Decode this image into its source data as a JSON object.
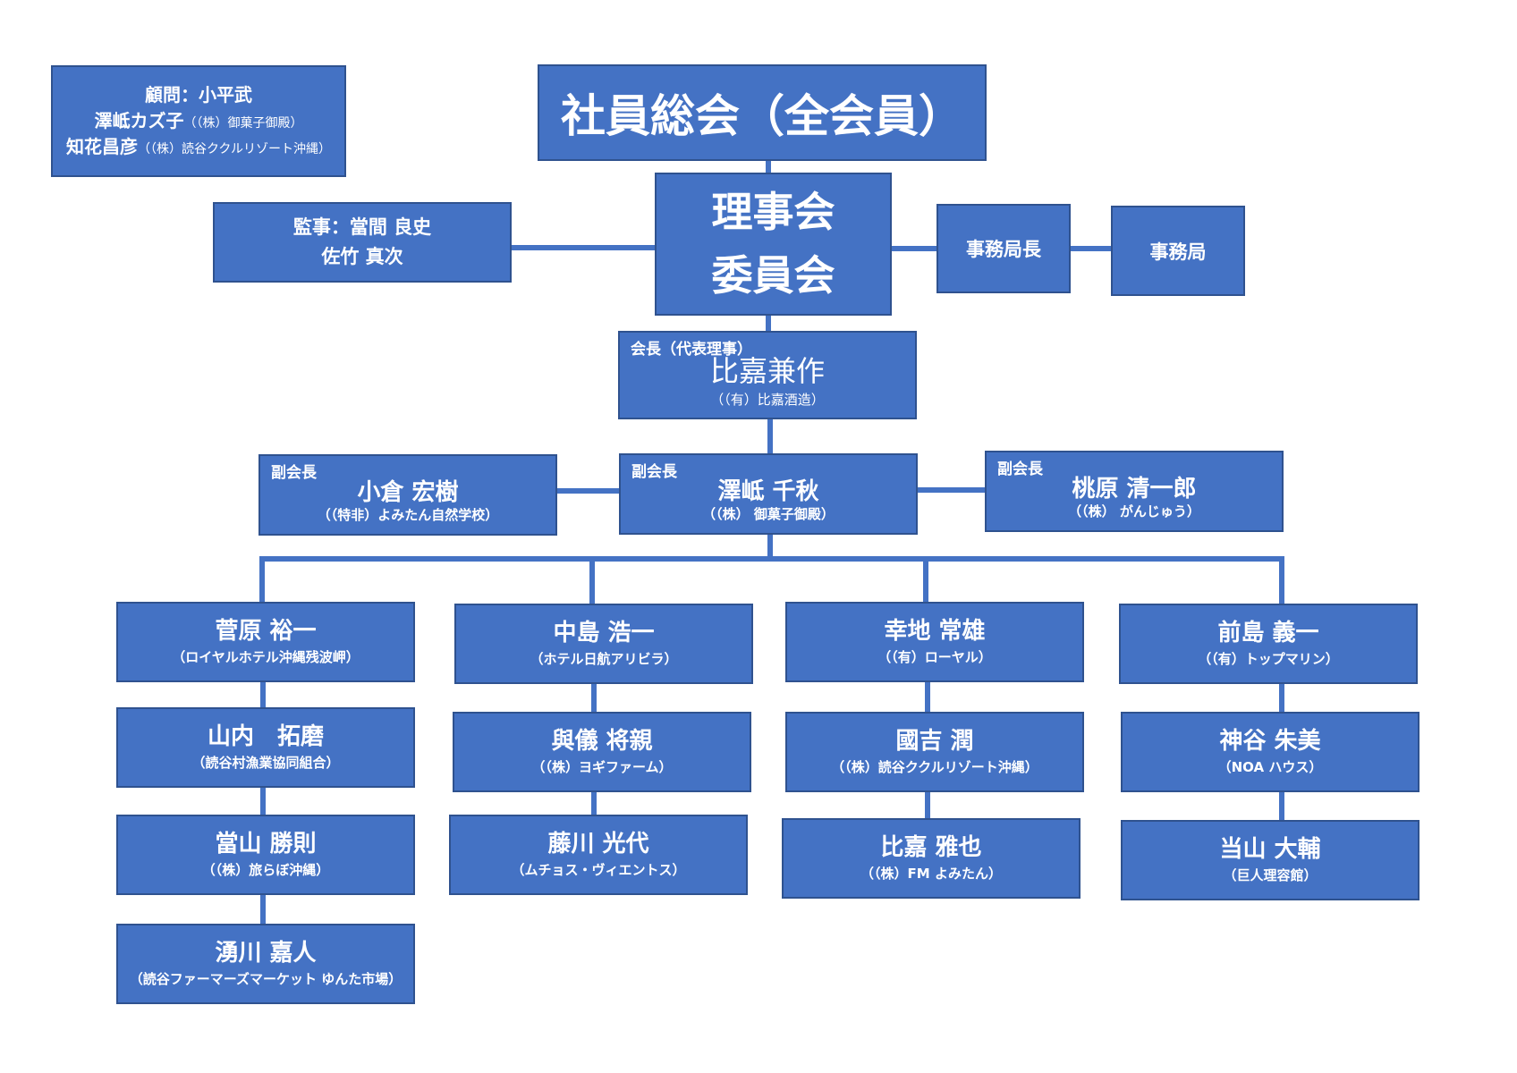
{
  "advisor": {
    "line1": "顧問：小平武",
    "line2_name": "澤岻カズ子",
    "line2_org": "（（株）御菓子御殿）",
    "line3_name": "知花昌彦",
    "line3_org": "（（株）読谷ククルリゾート沖縄）"
  },
  "general_assembly": "社員総会（全会員）",
  "auditor": {
    "line1": "監事：當間 良史",
    "line2": "佐竹 真次"
  },
  "board": {
    "line1": "理事会",
    "line2": "委員会"
  },
  "secretary_general": "事務局長",
  "secretariat": "事務局",
  "president": {
    "role": "会長（代表理事）",
    "name": "比嘉兼作",
    "org": "（（有）比嘉酒造）"
  },
  "vice_presidents": [
    {
      "role": "副会長",
      "name": "小倉 宏樹",
      "org": "（（特非）よみたん自然学校）"
    },
    {
      "role": "副会長",
      "name": "澤岻 千秋",
      "org": "（（株） 御菓子御殿）"
    },
    {
      "role": "副会長",
      "name": "桃原 清一郎",
      "org": "（（株） がんじゅう）"
    }
  ],
  "columns": [
    [
      {
        "name": "菅原 裕一",
        "org": "（ロイヤルホテル沖縄残波岬）"
      },
      {
        "name": "山内　拓磨",
        "org": "（読谷村漁業協同組合）"
      },
      {
        "name": "當山 勝則",
        "org": "（（株）旅らぼ沖縄）"
      },
      {
        "name": "湧川 嘉人",
        "org": "（読谷ファーマーズマーケット ゆんた市場）"
      }
    ],
    [
      {
        "name": "中島 浩一",
        "org": "（ホテル日航アリビラ）"
      },
      {
        "name": "與儀 将親",
        "org": "（（株）ヨギファーム）"
      },
      {
        "name": "藤川 光代",
        "org": "（ムチョス・ヴィエントス）"
      }
    ],
    [
      {
        "name": "幸地 常雄",
        "org": "（（有）ローヤル）"
      },
      {
        "name": "國吉 潤",
        "org": "（（株）読谷ククルリゾート沖縄）"
      },
      {
        "name": "比嘉 雅也",
        "org": "（（株）FM よみたん）"
      }
    ],
    [
      {
        "name": "前島 義一",
        "org": "（（有）トップマリン）"
      },
      {
        "name": "神谷 朱美",
        "org": "（NOA ハウス）"
      },
      {
        "name": "当山 大輔",
        "org": "（巨人理容館）"
      }
    ]
  ]
}
